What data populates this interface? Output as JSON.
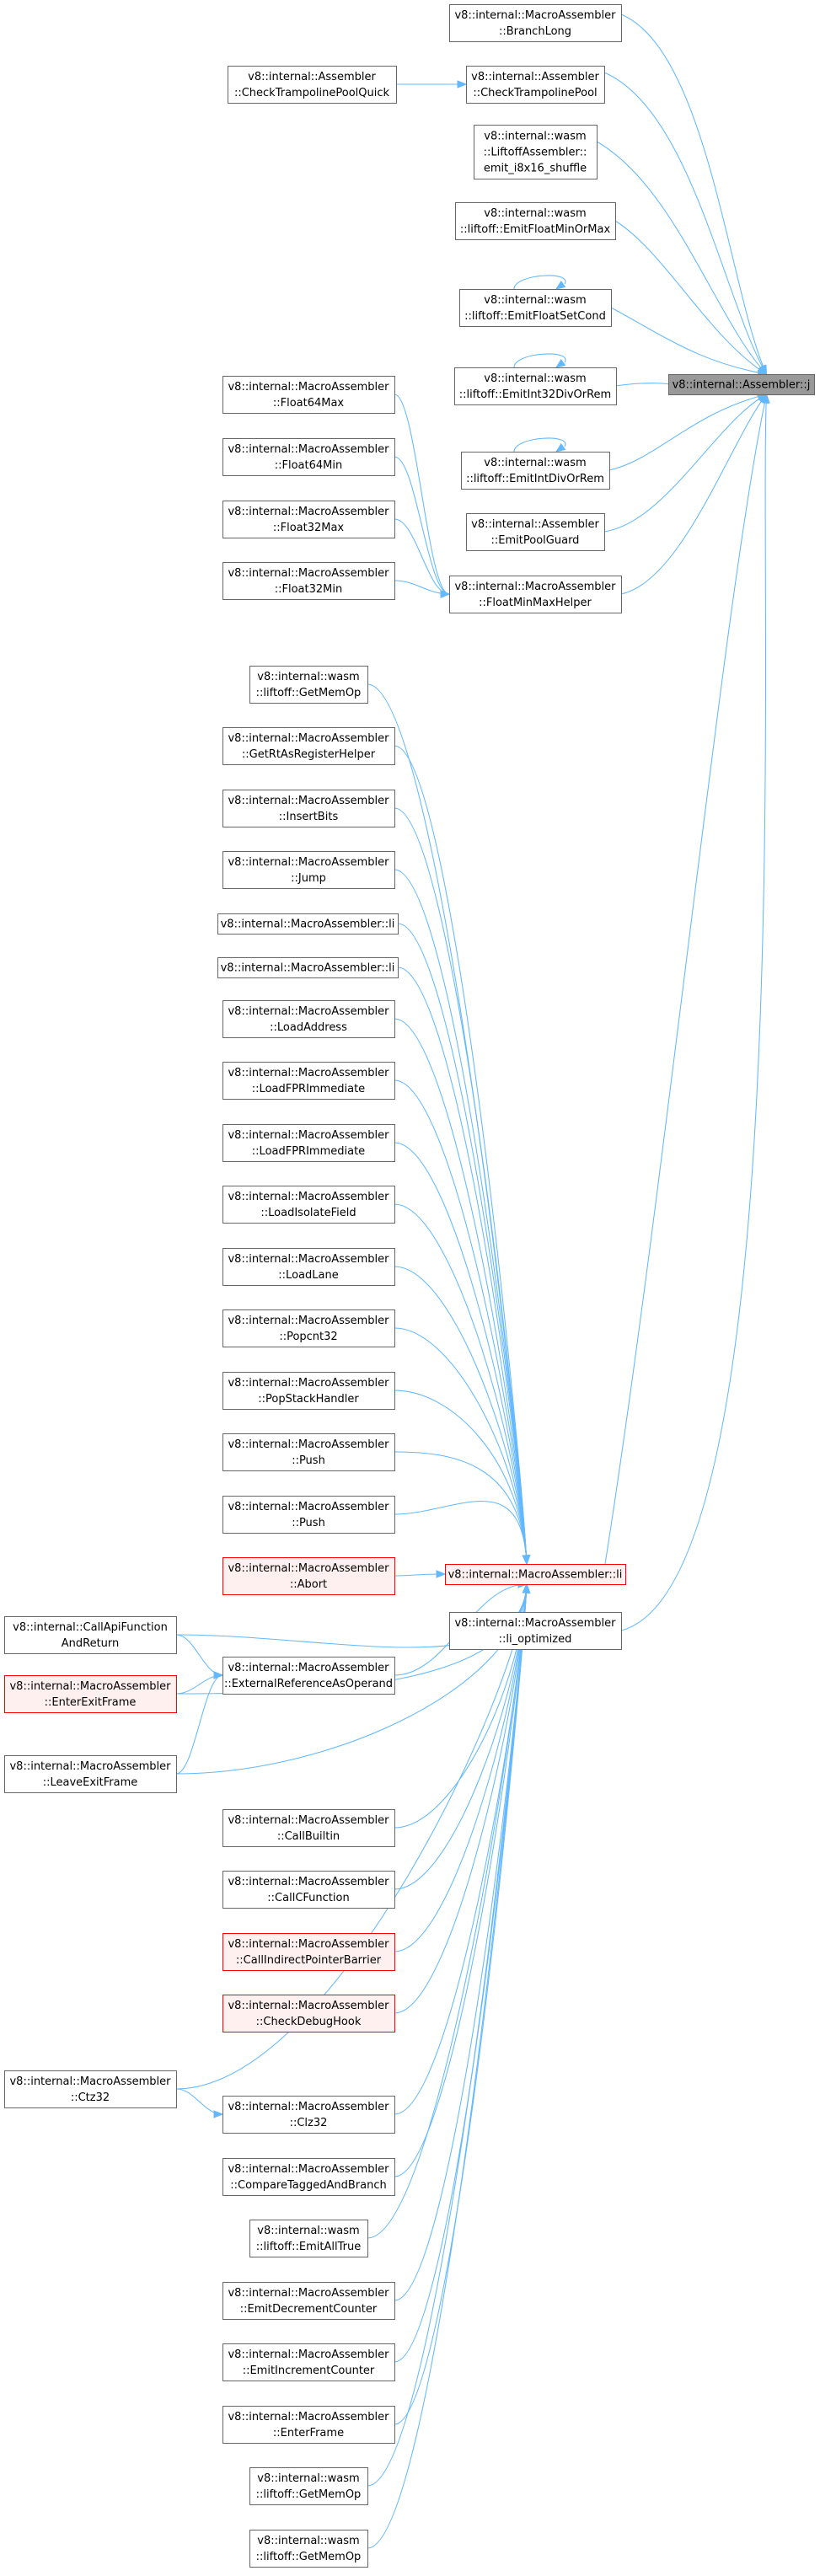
{
  "graph": {
    "nodes": [
      {
        "id": "j",
        "lines": [
          "v8::internal::Assembler::j"
        ],
        "style": "root"
      },
      {
        "id": "branchlong",
        "lines": [
          "v8::internal::MacroAssembler",
          "::BranchLong"
        ],
        "style": "normal"
      },
      {
        "id": "checkpool",
        "lines": [
          "v8::internal::Assembler",
          "::CheckTrampolinePool"
        ],
        "style": "normal"
      },
      {
        "id": "checkpoolquick",
        "lines": [
          "v8::internal::Assembler",
          "::CheckTrampolinePoolQuick"
        ],
        "style": "normal"
      },
      {
        "id": "emiti8x16",
        "lines": [
          "v8::internal::wasm",
          "::LiftoffAssembler::",
          "emit_i8x16_shuffle"
        ],
        "style": "normal"
      },
      {
        "id": "emitfloatminmax",
        "lines": [
          "v8::internal::wasm",
          "::liftoff::EmitFloatMinOrMax"
        ],
        "style": "normal"
      },
      {
        "id": "emitfloatsetcond",
        "lines": [
          "v8::internal::wasm",
          "::liftoff::EmitFloatSetCond"
        ],
        "style": "normal"
      },
      {
        "id": "emitint32divrem",
        "lines": [
          "v8::internal::wasm",
          "::liftoff::EmitInt32DivOrRem"
        ],
        "style": "normal"
      },
      {
        "id": "emitintdivrem",
        "lines": [
          "v8::internal::wasm",
          "::liftoff::EmitIntDivOrRem"
        ],
        "style": "normal"
      },
      {
        "id": "emitpoolguard",
        "lines": [
          "v8::internal::Assembler",
          "::EmitPoolGuard"
        ],
        "style": "normal"
      },
      {
        "id": "floatminmaxhelper",
        "lines": [
          "v8::internal::MacroAssembler",
          "::FloatMinMaxHelper"
        ],
        "style": "normal"
      },
      {
        "id": "float64max",
        "lines": [
          "v8::internal::MacroAssembler",
          "::Float64Max"
        ],
        "style": "normal"
      },
      {
        "id": "float64min",
        "lines": [
          "v8::internal::MacroAssembler",
          "::Float64Min"
        ],
        "style": "normal"
      },
      {
        "id": "float32max",
        "lines": [
          "v8::internal::MacroAssembler",
          "::Float32Max"
        ],
        "style": "normal"
      },
      {
        "id": "float32min",
        "lines": [
          "v8::internal::MacroAssembler",
          "::Float32Min"
        ],
        "style": "normal"
      },
      {
        "id": "li",
        "lines": [
          "v8::internal::MacroAssembler::li"
        ],
        "style": "red"
      },
      {
        "id": "lioptimized",
        "lines": [
          "v8::internal::MacroAssembler",
          "::li_optimized"
        ],
        "style": "normal"
      },
      {
        "id": "getmemop1",
        "lines": [
          "v8::internal::wasm",
          "::liftoff::GetMemOp"
        ],
        "style": "normal"
      },
      {
        "id": "getrtasreg",
        "lines": [
          "v8::internal::MacroAssembler",
          "::GetRtAsRegisterHelper"
        ],
        "style": "normal"
      },
      {
        "id": "insertbits",
        "lines": [
          "v8::internal::MacroAssembler",
          "::InsertBits"
        ],
        "style": "normal"
      },
      {
        "id": "jump",
        "lines": [
          "v8::internal::MacroAssembler",
          "::Jump"
        ],
        "style": "normal"
      },
      {
        "id": "li1",
        "lines": [
          "v8::internal::MacroAssembler::li"
        ],
        "style": "normal"
      },
      {
        "id": "li2",
        "lines": [
          "v8::internal::MacroAssembler::li"
        ],
        "style": "normal"
      },
      {
        "id": "loadaddress",
        "lines": [
          "v8::internal::MacroAssembler",
          "::LoadAddress"
        ],
        "style": "normal"
      },
      {
        "id": "loadfpri1",
        "lines": [
          "v8::internal::MacroAssembler",
          "::LoadFPRImmediate"
        ],
        "style": "normal"
      },
      {
        "id": "loadfpri2",
        "lines": [
          "v8::internal::MacroAssembler",
          "::LoadFPRImmediate"
        ],
        "style": "normal"
      },
      {
        "id": "loadisolate",
        "lines": [
          "v8::internal::MacroAssembler",
          "::LoadIsolateField"
        ],
        "style": "normal"
      },
      {
        "id": "loadlane",
        "lines": [
          "v8::internal::MacroAssembler",
          "::LoadLane"
        ],
        "style": "normal"
      },
      {
        "id": "popcnt32",
        "lines": [
          "v8::internal::MacroAssembler",
          "::Popcnt32"
        ],
        "style": "normal"
      },
      {
        "id": "popstack",
        "lines": [
          "v8::internal::MacroAssembler",
          "::PopStackHandler"
        ],
        "style": "normal"
      },
      {
        "id": "push1",
        "lines": [
          "v8::internal::MacroAssembler",
          "::Push"
        ],
        "style": "normal"
      },
      {
        "id": "push2",
        "lines": [
          "v8::internal::MacroAssembler",
          "::Push"
        ],
        "style": "normal"
      },
      {
        "id": "abort",
        "lines": [
          "v8::internal::MacroAssembler",
          "::Abort"
        ],
        "style": "red"
      },
      {
        "id": "callapi",
        "lines": [
          "v8::internal::CallApiFunction",
          "AndReturn"
        ],
        "style": "normal"
      },
      {
        "id": "extref",
        "lines": [
          "v8::internal::MacroAssembler",
          "::ExternalReferenceAsOperand"
        ],
        "style": "normal"
      },
      {
        "id": "enterexit",
        "lines": [
          "v8::internal::MacroAssembler",
          "::EnterExitFrame"
        ],
        "style": "red"
      },
      {
        "id": "leaveexit",
        "lines": [
          "v8::internal::MacroAssembler",
          "::LeaveExitFrame"
        ],
        "style": "normal"
      },
      {
        "id": "callbuiltin",
        "lines": [
          "v8::internal::MacroAssembler",
          "::CallBuiltin"
        ],
        "style": "normal"
      },
      {
        "id": "callcfunc",
        "lines": [
          "v8::internal::MacroAssembler",
          "::CallCFunction"
        ],
        "style": "normal"
      },
      {
        "id": "callindirect",
        "lines": [
          "v8::internal::MacroAssembler",
          "::CallIndirectPointerBarrier"
        ],
        "style": "red"
      },
      {
        "id": "checkdebug",
        "lines": [
          "v8::internal::MacroAssembler",
          "::CheckDebugHook"
        ],
        "style": "red"
      },
      {
        "id": "ctz32",
        "lines": [
          "v8::internal::MacroAssembler",
          "::Ctz32"
        ],
        "style": "normal"
      },
      {
        "id": "clz32",
        "lines": [
          "v8::internal::MacroAssembler",
          "::Clz32"
        ],
        "style": "normal"
      },
      {
        "id": "comparetagged",
        "lines": [
          "v8::internal::MacroAssembler",
          "::CompareTaggedAndBranch"
        ],
        "style": "normal"
      },
      {
        "id": "emitalltrue",
        "lines": [
          "v8::internal::wasm",
          "::liftoff::EmitAllTrue"
        ],
        "style": "normal"
      },
      {
        "id": "emitdec",
        "lines": [
          "v8::internal::MacroAssembler",
          "::EmitDecrementCounter"
        ],
        "style": "normal"
      },
      {
        "id": "emitinc",
        "lines": [
          "v8::internal::MacroAssembler",
          "::EmitIncrementCounter"
        ],
        "style": "normal"
      },
      {
        "id": "enterframe",
        "lines": [
          "v8::internal::MacroAssembler",
          "::EnterFrame"
        ],
        "style": "normal"
      },
      {
        "id": "getmemop2",
        "lines": [
          "v8::internal::wasm",
          "::liftoff::GetMemOp"
        ],
        "style": "normal"
      },
      {
        "id": "getmemop3",
        "lines": [
          "v8::internal::wasm",
          "::liftoff::GetMemOp"
        ],
        "style": "normal"
      }
    ],
    "edges": [
      {
        "from": "branchlong",
        "to": "j"
      },
      {
        "from": "checkpool",
        "to": "j"
      },
      {
        "from": "checkpoolquick",
        "to": "checkpool"
      },
      {
        "from": "emiti8x16",
        "to": "j"
      },
      {
        "from": "emitfloatminmax",
        "to": "j"
      },
      {
        "from": "emitfloatsetcond",
        "to": "j"
      },
      {
        "from": "emitfloatsetcond",
        "to": "emitfloatsetcond"
      },
      {
        "from": "emitint32divrem",
        "to": "j"
      },
      {
        "from": "emitint32divrem",
        "to": "emitint32divrem"
      },
      {
        "from": "emitintdivrem",
        "to": "j"
      },
      {
        "from": "emitintdivrem",
        "to": "emitintdivrem"
      },
      {
        "from": "emitpoolguard",
        "to": "j"
      },
      {
        "from": "floatminmaxhelper",
        "to": "j"
      },
      {
        "from": "float64max",
        "to": "floatminmaxhelper"
      },
      {
        "from": "float64min",
        "to": "floatminmaxhelper"
      },
      {
        "from": "float32max",
        "to": "floatminmaxhelper"
      },
      {
        "from": "float32min",
        "to": "floatminmaxhelper"
      },
      {
        "from": "li",
        "to": "j"
      },
      {
        "from": "lioptimized",
        "to": "j"
      },
      {
        "from": "getmemop1",
        "to": "li"
      },
      {
        "from": "getrtasreg",
        "to": "li"
      },
      {
        "from": "insertbits",
        "to": "li"
      },
      {
        "from": "jump",
        "to": "li"
      },
      {
        "from": "li1",
        "to": "li"
      },
      {
        "from": "li2",
        "to": "li"
      },
      {
        "from": "loadaddress",
        "to": "li"
      },
      {
        "from": "loadfpri1",
        "to": "li"
      },
      {
        "from": "loadfpri2",
        "to": "li"
      },
      {
        "from": "loadisolate",
        "to": "li"
      },
      {
        "from": "loadlane",
        "to": "li"
      },
      {
        "from": "popcnt32",
        "to": "li"
      },
      {
        "from": "popstack",
        "to": "li"
      },
      {
        "from": "push1",
        "to": "li"
      },
      {
        "from": "push2",
        "to": "li"
      },
      {
        "from": "abort",
        "to": "li"
      },
      {
        "from": "callapi",
        "to": "li"
      },
      {
        "from": "callapi",
        "to": "extref"
      },
      {
        "from": "extref",
        "to": "li"
      },
      {
        "from": "enterexit",
        "to": "li"
      },
      {
        "from": "enterexit",
        "to": "extref"
      },
      {
        "from": "leaveexit",
        "to": "li"
      },
      {
        "from": "leaveexit",
        "to": "extref"
      },
      {
        "from": "callbuiltin",
        "to": "li"
      },
      {
        "from": "callcfunc",
        "to": "li"
      },
      {
        "from": "callindirect",
        "to": "li"
      },
      {
        "from": "checkdebug",
        "to": "li"
      },
      {
        "from": "ctz32",
        "to": "li"
      },
      {
        "from": "ctz32",
        "to": "clz32"
      },
      {
        "from": "clz32",
        "to": "li"
      },
      {
        "from": "comparetagged",
        "to": "li"
      },
      {
        "from": "emitalltrue",
        "to": "li"
      },
      {
        "from": "emitdec",
        "to": "li"
      },
      {
        "from": "emitinc",
        "to": "li"
      },
      {
        "from": "enterframe",
        "to": "li"
      },
      {
        "from": "getmemop2",
        "to": "li"
      },
      {
        "from": "getmemop3",
        "to": "li"
      }
    ],
    "colors": {
      "edge": "#63b8ff",
      "normal_border": "#666666",
      "normal_fill": "#ffffff",
      "root_border": "#666666",
      "root_fill": "#999999",
      "red_border": "#ff0000",
      "red_fill": "#fff0f0",
      "text": "#000000"
    }
  }
}
